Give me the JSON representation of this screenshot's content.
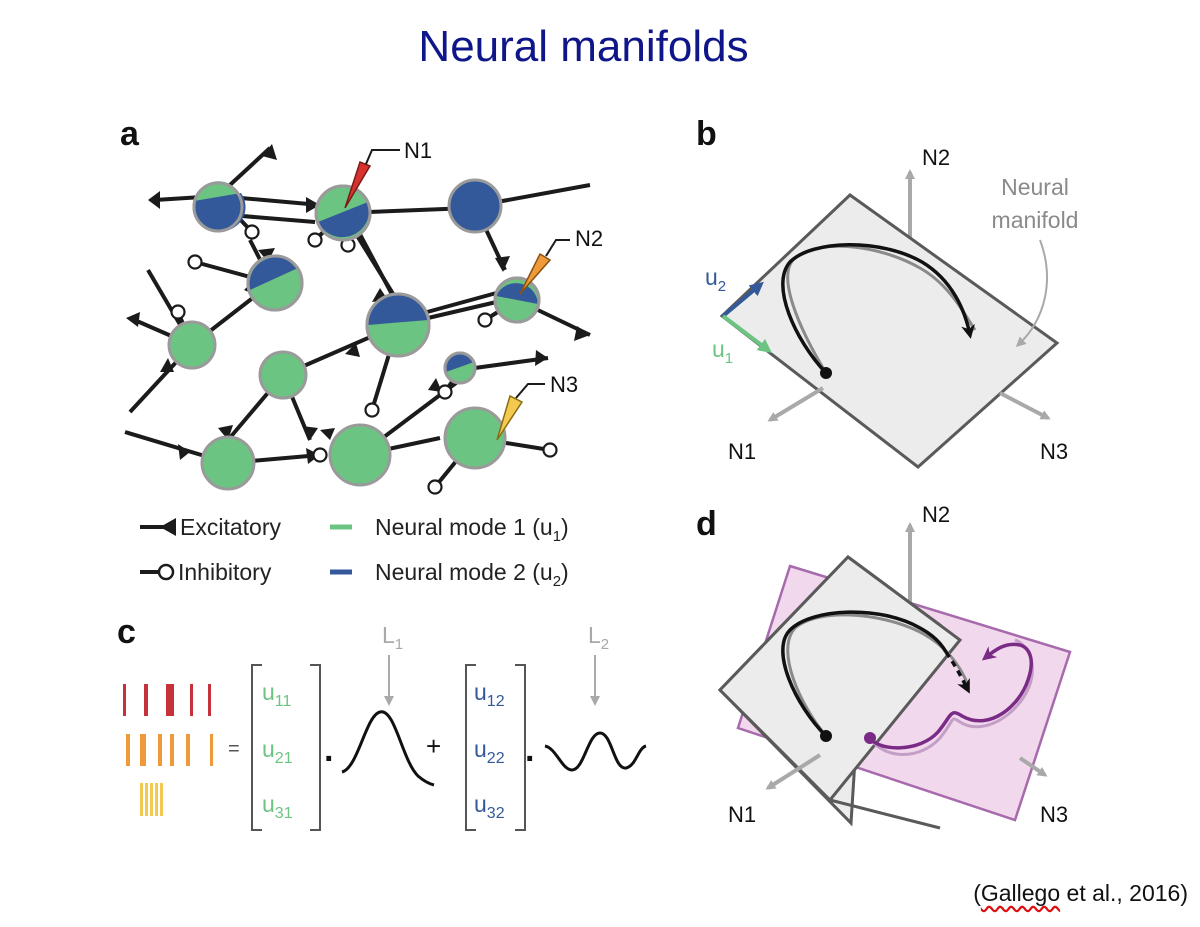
{
  "title": "Neural manifolds",
  "citation": {
    "open": "(",
    "author": "Gallego",
    "rest": " et al., 2016)"
  },
  "panels": {
    "a": {
      "label": "a",
      "electrodes": [
        "N1",
        "N2",
        "N3"
      ],
      "legend": {
        "excitatory": "Excitatory",
        "inhibitory": "Inhibitory",
        "mode1_prefix": "Neural mode 1 (u",
        "mode1_sub": "1",
        "mode1_suffix": ")",
        "mode2_prefix": "Neural mode 2 (u",
        "mode2_sub": "2",
        "mode2_suffix": ")"
      }
    },
    "b": {
      "label": "b",
      "axes": {
        "n1": "N1",
        "n2": "N2",
        "n3": "N3"
      },
      "manifold_label": [
        "Neural",
        "manifold"
      ],
      "u2": {
        "base": "u",
        "sub": "2"
      },
      "u1": {
        "base": "u",
        "sub": "1"
      }
    },
    "c": {
      "label": "c",
      "equals": "=",
      "plus": "+",
      "dot": "·",
      "l1": {
        "base": "L",
        "sub": "1"
      },
      "l2": {
        "base": "L",
        "sub": "2"
      },
      "vec1": [
        {
          "base": "u",
          "sub": "11"
        },
        {
          "base": "u",
          "sub": "21"
        },
        {
          "base": "u",
          "sub": "31"
        }
      ],
      "vec2": [
        {
          "base": "u",
          "sub": "12"
        },
        {
          "base": "u",
          "sub": "22"
        },
        {
          "base": "u",
          "sub": "32"
        }
      ]
    },
    "d": {
      "label": "d",
      "axes": {
        "n1": "N1",
        "n2": "N2",
        "n3": "N3"
      }
    }
  },
  "colors": {
    "title": "#0f1689",
    "mode1_green": "#6cc482",
    "mode2_blue": "#33599a",
    "manifold_gray": "#ececec",
    "manifold2_pink": "#f2d8ec",
    "manifold2_stroke": "#a66aad",
    "trajectory2_purple": "#7a2b86",
    "spike_red": "#c5323a",
    "spike_orange": "#ef9a3a",
    "spike_yellow": "#f4c94f"
  }
}
